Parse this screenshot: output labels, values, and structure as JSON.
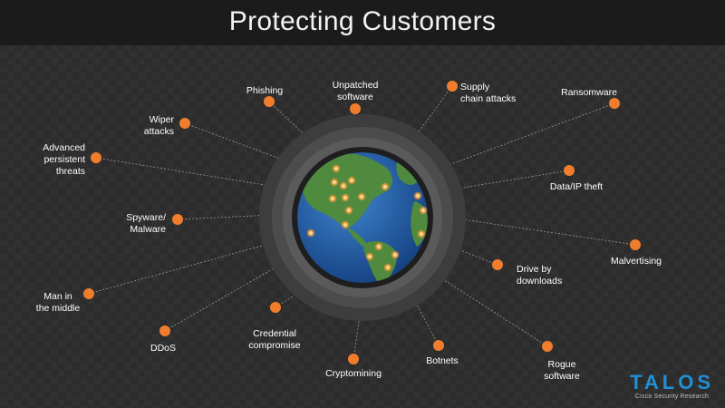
{
  "title": "Protecting Customers",
  "threats": [
    {
      "id": "phishing",
      "label": "Phishing"
    },
    {
      "id": "unpatched",
      "label": "Unpatched\nsoftware"
    },
    {
      "id": "supply",
      "label": "Supply\nchain attacks"
    },
    {
      "id": "ransomware",
      "label": "Ransomware"
    },
    {
      "id": "wiper",
      "label": "Wiper\nattacks"
    },
    {
      "id": "apt",
      "label": "Advanced\npersistent\nthreats"
    },
    {
      "id": "dataip",
      "label": "Data/IP theft"
    },
    {
      "id": "spyware",
      "label": "Spyware/\nMalware"
    },
    {
      "id": "malvertising",
      "label": "Malvertising"
    },
    {
      "id": "driveby",
      "label": "Drive by\ndownloads"
    },
    {
      "id": "mitm",
      "label": "Man in\nthe middle"
    },
    {
      "id": "ddos",
      "label": "DDoS"
    },
    {
      "id": "credential",
      "label": "Credential\ncompromise"
    },
    {
      "id": "cryptomining",
      "label": "Cryptomining"
    },
    {
      "id": "botnets",
      "label": "Botnets"
    },
    {
      "id": "rogue",
      "label": "Rogue\nsoftware"
    }
  ],
  "logo": {
    "word": "TALOS",
    "subtitle": "Cisco Security Research"
  },
  "colors": {
    "node": "#f07d2d",
    "ocean": "#1f5aa6",
    "land": "#4f8a3e",
    "line": "#9a9a9a"
  }
}
